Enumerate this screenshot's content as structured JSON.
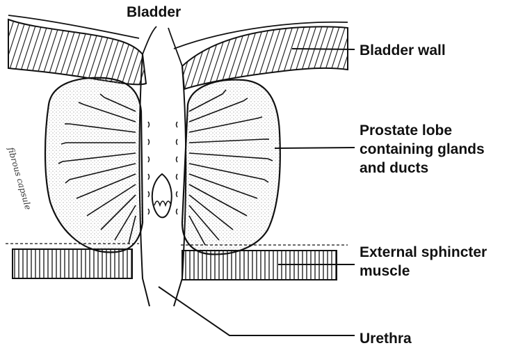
{
  "labels": {
    "bladder": "Bladder",
    "bladder_wall": "Bladder wall",
    "prostate_lobe": [
      "Prostate lobe",
      "containing glands",
      "and ducts"
    ],
    "external_sphincter": [
      "External sphincter",
      "muscle"
    ],
    "urethra": "Urethra",
    "capsule": "fibrous capsule"
  },
  "colors": {
    "ink": "#111111",
    "stipple": "#9a9a9a",
    "background": "#ffffff"
  }
}
